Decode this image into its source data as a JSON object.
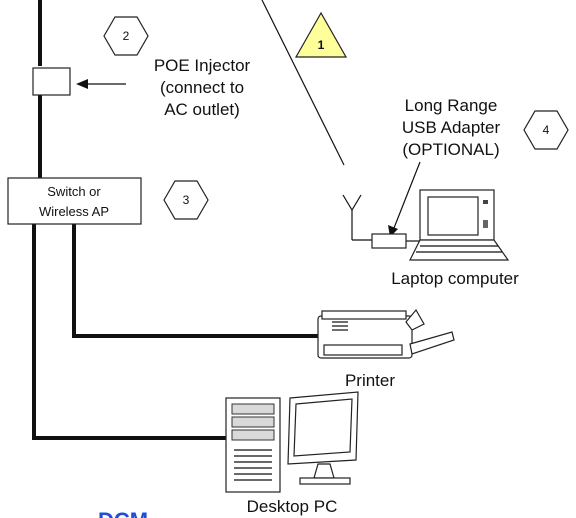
{
  "markers": {
    "m1": "1",
    "m2": "2",
    "m3": "3",
    "m4": "4"
  },
  "labels": {
    "poe_line1": "POE Injector",
    "poe_line2": "(connect to",
    "poe_line3": "AC outlet)",
    "switch_line1": "Switch or",
    "switch_line2": "Wireless AP",
    "adapter_line1": "Long Range",
    "adapter_line2": "USB Adapter",
    "adapter_line3": "(OPTIONAL)",
    "laptop": "Laptop computer",
    "printer": "Printer",
    "desktop": "Desktop PC",
    "brand_partial": "DCM"
  },
  "colors": {
    "warning_triangle": "#ffff99",
    "brand": "#1f4fd8",
    "wire": "#111111"
  },
  "icons": [
    "hexagon-marker-icon",
    "warning-triangle-icon",
    "arrow-icon",
    "antenna-icon",
    "laptop-icon",
    "printer-icon",
    "desktop-tower-icon",
    "monitor-icon"
  ]
}
